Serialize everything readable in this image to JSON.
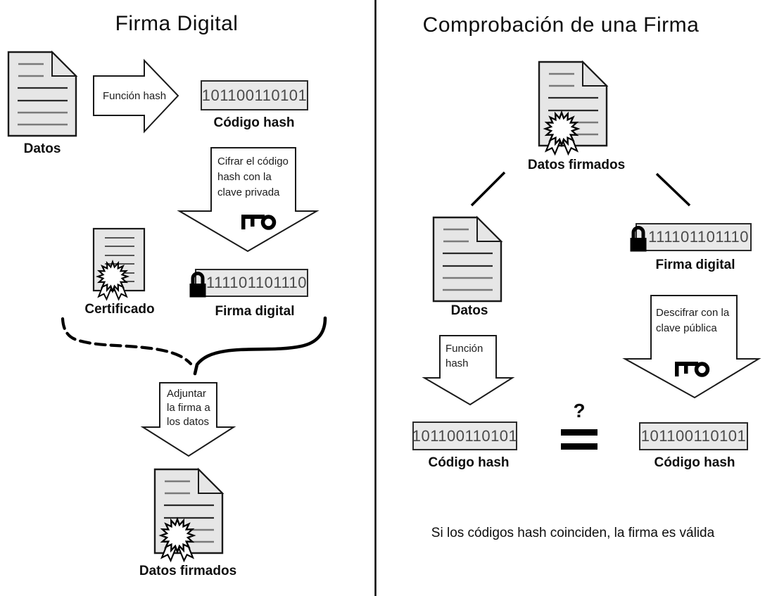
{
  "sign_panel": {
    "title": "Firma Digital",
    "datos_label": "Datos",
    "funcion_hash_label": "Función hash",
    "hash_value": "101100110101",
    "hash_label": "Código hash",
    "cifrar_label": "Cifrar el código\nhash con la\nclave privada",
    "certificado_label": "Certificado",
    "firma_value": "111101101110",
    "firma_label": "Firma digital",
    "adjuntar_label": "Adjuntar\nla firma a\nlos datos",
    "datos_firmados_label": "Datos firmados"
  },
  "verify_panel": {
    "title": "Comprobación de una Firma",
    "datos_firmados_label": "Datos firmados",
    "datos_label": "Datos",
    "firma_value": "111101101110",
    "firma_label": "Firma digital",
    "funcion_hash_label": "Función\nhash",
    "descifrar_label": "Descifrar con la\nclave pública",
    "hash_left_value": "101100110101",
    "hash_left_label": "Código hash",
    "hash_right_value": "101100110101",
    "hash_right_label": "Código hash",
    "question_mark": "?",
    "conclusion": "Si los códigos hash coinciden, la firma es válida"
  },
  "icons": {
    "key": "skeleton-key",
    "lock": "padlock",
    "seal": "certificate-rosette-seal"
  },
  "colors": {
    "background": "#ffffff",
    "document_fill": "#e6e6e6",
    "box_fill": "#e9e9e9",
    "outline": "#1a1a1a",
    "binary_text": "#4a4a4a"
  }
}
